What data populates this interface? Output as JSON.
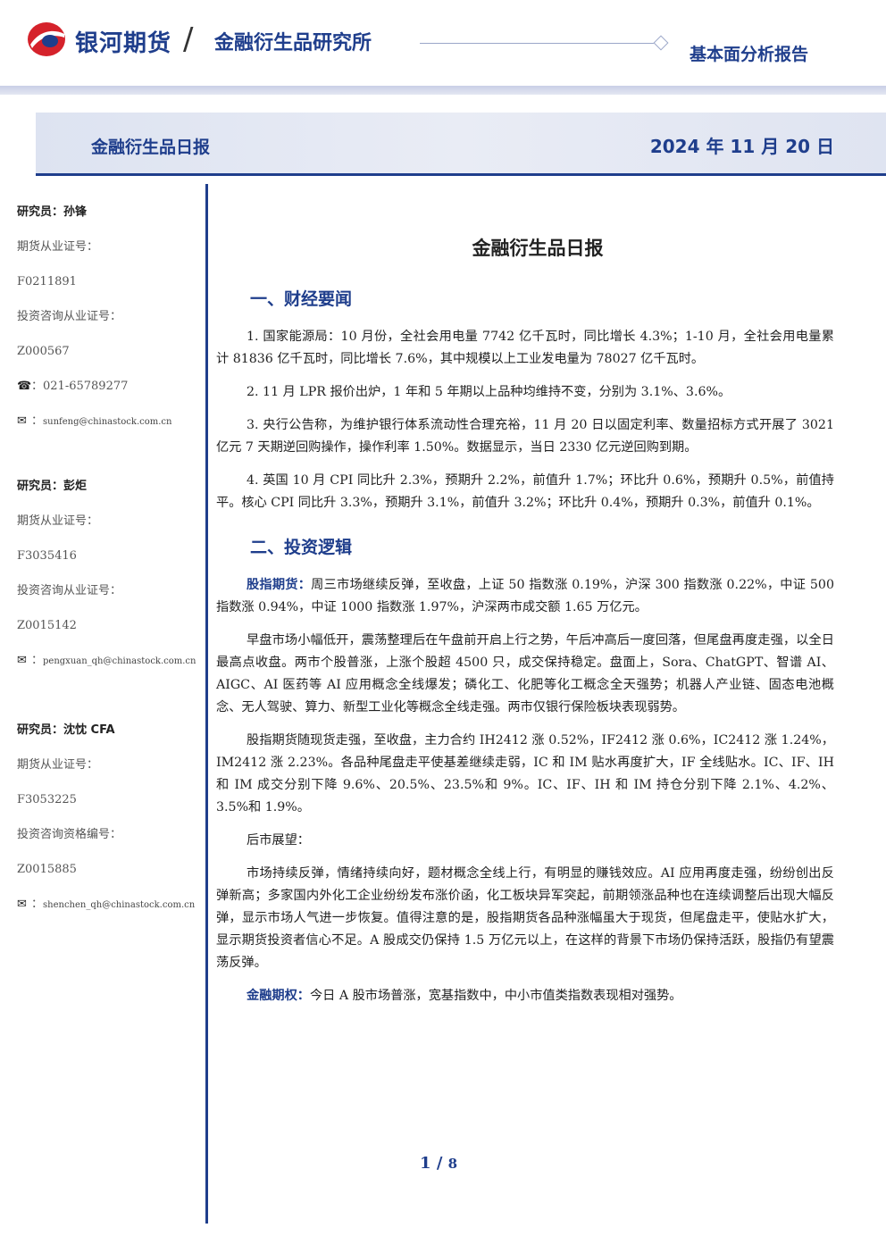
{
  "header": {
    "brand": "银河期货",
    "institute": "金融衍生品研究所",
    "report_type": "基本面分析报告",
    "banner_title": "金融衍生品日报",
    "date": "2024 年 11 月 20 日"
  },
  "sidebar": {
    "researchers": [
      {
        "name": "研究员：孙锋",
        "license_label": "期货从业证号：",
        "license": "F0211891",
        "consult_label": "投资咨询从业证号：",
        "consult": "Z000567",
        "phone": "021-65789277",
        "email": "sunfeng@chinastock.com.cn"
      },
      {
        "name": "研究员：彭炬",
        "license_label": "期货从业证号：",
        "license": "F3035416",
        "consult_label": "投资咨询从业证号：",
        "consult": "Z0015142",
        "email": "pengxuan_qh@chinastock.com.cn"
      },
      {
        "name": "研究员：沈忱  CFA",
        "license_label": "期货从业证号：",
        "license": "F3053225",
        "consult_label": "投资咨询资格编号：",
        "consult": "Z0015885",
        "email": "shenchen_qh@chinastock.com.cn"
      }
    ]
  },
  "main": {
    "title": "金融衍生品日报",
    "section1": "一、财经要闻",
    "news": [
      "1. 国家能源局：10 月份，全社会用电量 7742 亿千瓦时，同比增长 4.3%；1-10 月，全社会用电量累计 81836 亿千瓦时，同比增长 7.6%，其中规模以上工业发电量为 78027 亿千瓦时。",
      "2. 11 月 LPR 报价出炉，1 年和 5 年期以上品种均维持不变，分别为 3.1%、3.6%。",
      "3. 央行公告称，为维护银行体系流动性合理充裕，11 月 20 日以固定利率、数量招标方式开展了 3021 亿元 7 天期逆回购操作，操作利率 1.50%。数据显示，当日 2330 亿元逆回购到期。",
      "4. 英国 10 月 CPI 同比升 2.3%，预期升 2.2%，前值升 1.7%；环比升 0.6%，预期升 0.5%，前值持平。核心 CPI 同比升 3.3%，预期升 3.1%，前值升 3.2%；环比升 0.4%，预期升 0.3%，前值升 0.1%。"
    ],
    "section2": "二、投资逻辑",
    "index_label": "股指期货：",
    "index_text": "周三市场继续反弹，至收盘，上证 50 指数涨 0.19%，沪深 300 指数涨 0.22%，中证 500 指数涨 0.94%，中证 1000 指数涨 1.97%，沪深两市成交额 1.65 万亿元。",
    "para_market": "早盘市场小幅低开，震荡整理后在午盘前开启上行之势，午后冲高后一度回落，但尾盘再度走强，以全日最高点收盘。两市个股普涨，上涨个股超 4500 只，成交保持稳定。盘面上，Sora、ChatGPT、智谱 AI、AIGC、AI 医药等 AI 应用概念全线爆发；磷化工、化肥等化工概念全天强势；机器人产业链、固态电池概念、无人驾驶、算力、新型工业化等概念全线走强。两市仅银行保险板块表现弱势。",
    "para_futures": "股指期货随现货走强，至收盘，主力合约 IH2412 涨 0.52%，IF2412 涨 0.6%，IC2412 涨 1.24%，IM2412 涨 2.23%。各品种尾盘走平使基差继续走弱，IC 和 IM 贴水再度扩大，IF 全线贴水。IC、IF、IH 和 IM 成交分别下降 9.6%、20.5%、23.5%和 9%。IC、IF、IH 和 IM 持仓分别下降 2.1%、4.2%、3.5%和 1.9%。",
    "outlook_label": "后市展望：",
    "para_outlook": "市场持续反弹，情绪持续向好，题材概念全线上行，有明显的赚钱效应。AI 应用再度走强，纷纷创出反弹新高；多家国内外化工企业纷纷发布涨价函，化工板块异军突起，前期领涨品种也在连续调整后出现大幅反弹，显示市场人气进一步恢复。值得注意的是，股指期货各品种涨幅虽大于现货，但尾盘走平，使贴水扩大，显示期货投资者信心不足。A 股成交仍保持 1.5 万亿元以上，在这样的背景下市场仍保持活跃，股指仍有望震荡反弹。",
    "option_label": "金融期权：",
    "option_text": "今日 A 股市场普涨，宽基指数中，中小市值类指数表现相对强势。"
  },
  "footer": {
    "page": "1",
    "separator": "/",
    "total": "8"
  },
  "colors": {
    "brand_blue": "#1f3e8c",
    "logo_red": "#d5222b"
  }
}
